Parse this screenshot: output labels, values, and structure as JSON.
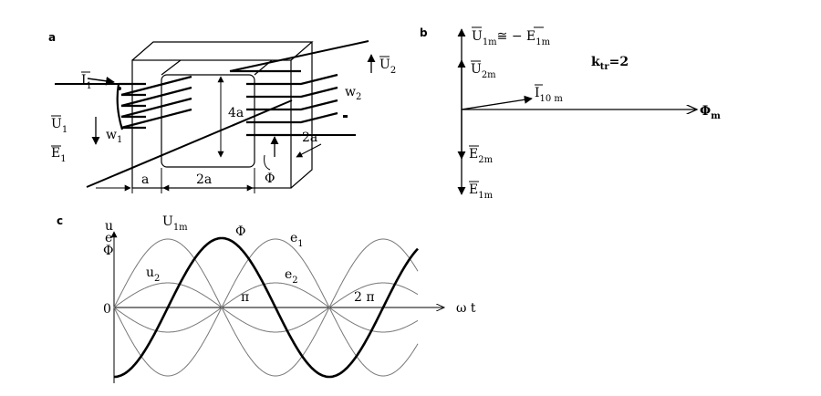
{
  "panels": {
    "a": "a",
    "b": "b",
    "c": "c"
  },
  "transformer": {
    "I1": "I",
    "I1_sub": "1",
    "U1": "U",
    "U1_sub": "1",
    "E1": "E",
    "E1_sub": "1",
    "w1": "w",
    "w1_sub": "1",
    "U2": "U",
    "U2_sub": "2",
    "w2": "w",
    "w2_sub": "2",
    "dim_4a": "4a",
    "dim_2a_right": "2a",
    "dim_a": "a",
    "dim_2a_bottom": "2a",
    "flux": "Φ"
  },
  "phasor": {
    "U1m": "U",
    "U1m_sub": "1m",
    "U1m_rel": "≅ − ",
    "E1m_top": "E",
    "E1m_top_sub": "1m",
    "U2m": "U",
    "U2m_sub": "2m",
    "I10m": "I",
    "I10m_sub": "10 m",
    "Phim": "Φ",
    "Phim_sub": "m",
    "E2m": "E",
    "E2m_sub": "2m",
    "E1m": "E",
    "E1m_sub": "1m",
    "ktr": "k",
    "ktr_sub": "tr",
    "ktr_val": "=2"
  },
  "waveform": {
    "axis_u": "u",
    "axis_e": "e",
    "axis_phi": "Φ",
    "origin": "0",
    "pi": "π",
    "two_pi": "2 π",
    "omega_t": "ω t",
    "U1m": "U",
    "U1m_sub": "1m",
    "phi": "Φ",
    "e1": "e",
    "e1_sub": "1",
    "u2": "u",
    "u2_sub": "2",
    "e2": "e",
    "e2_sub": "2"
  }
}
